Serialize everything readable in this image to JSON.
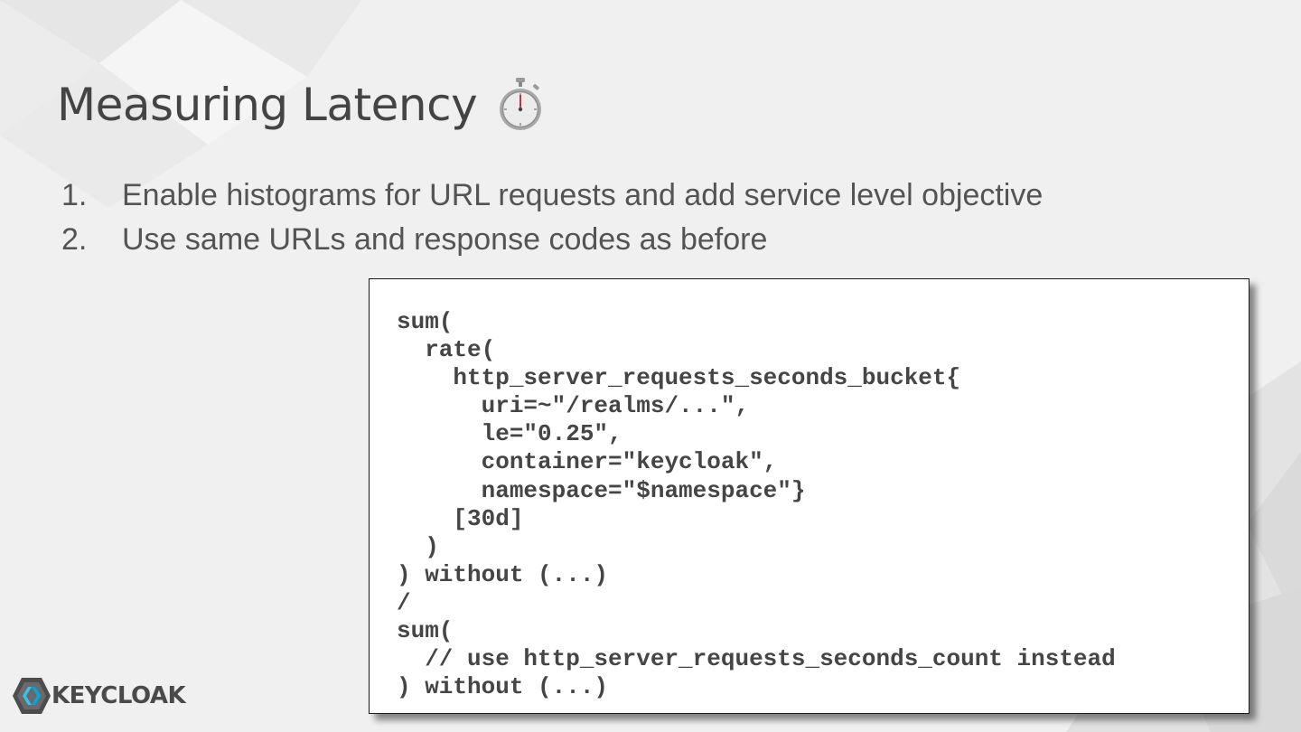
{
  "slide": {
    "title": "Measuring Latency",
    "title_icon": "stopwatch-icon",
    "bullets": [
      {
        "number": "1.",
        "text": "Enable histograms for URL requests and add service level objective"
      },
      {
        "number": "2.",
        "text": "Use same URLs and response codes as before"
      }
    ],
    "code_lines": [
      "sum(",
      "  rate(",
      "    http_server_requests_seconds_bucket{",
      "      uri=~\"/realms/...\",",
      "      le=\"0.25\",",
      "      container=\"keycloak\",",
      "      namespace=\"$namespace\"}",
      "    [30d]",
      "  )",
      ") without (...)",
      "/",
      "sum(",
      "  // use http_server_requests_seconds_count instead",
      ") without (...)"
    ],
    "logo_text": "KEYCLOAK"
  },
  "colors": {
    "background": "#f0f0f0",
    "title_text": "#444444",
    "bullet_text": "#545454",
    "code_text": "#454545",
    "logo_blue": "#33c3f0",
    "logo_gray": "#4a4a4a"
  }
}
